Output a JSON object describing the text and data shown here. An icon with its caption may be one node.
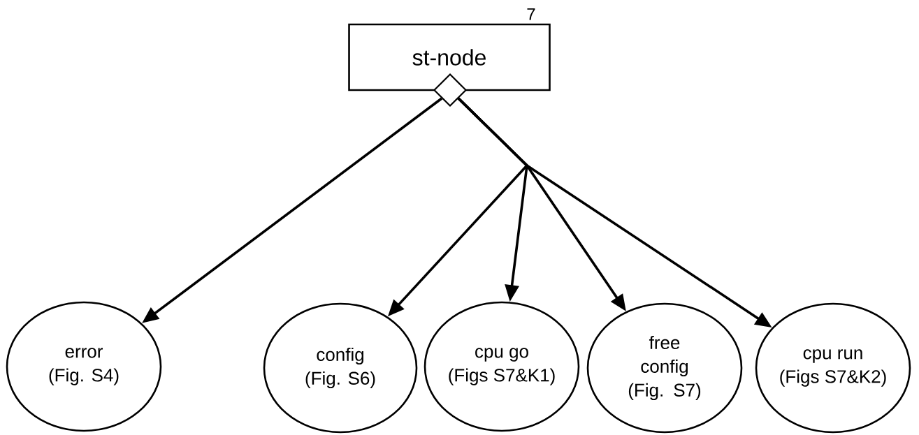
{
  "diagram": {
    "nodes": [
      {
        "text": [
          "st-node"
        ],
        "beside": [
          "7"
        ]
      },
      {
        "text": [],
        "shape": "diamond"
      },
      {
        "text": [
          "error",
          "(Fig. S4)"
        ]
      },
      {
        "text": [
          "config",
          "(Fig. S6)"
        ]
      },
      {
        "text": [
          "cpu go",
          "(Figs S7&K1)"
        ]
      },
      {
        "text": [
          "free config",
          "(Fig. S7)"
        ]
      },
      {
        "text": [
          "cpu run",
          "(Figs S7&K2)"
        ]
      }
    ],
    "edges": [
      {
        "from": 1,
        "to": 2,
        "arrow": "to"
      },
      {
        "from": 1,
        "to": 3,
        "arrow": "to"
      },
      {
        "from": 1,
        "to": 4,
        "arrow": "to"
      },
      {
        "from": 1,
        "to": 5,
        "arrow": "to"
      },
      {
        "from": 1,
        "to": 6,
        "arrow": "to"
      }
    ]
  }
}
